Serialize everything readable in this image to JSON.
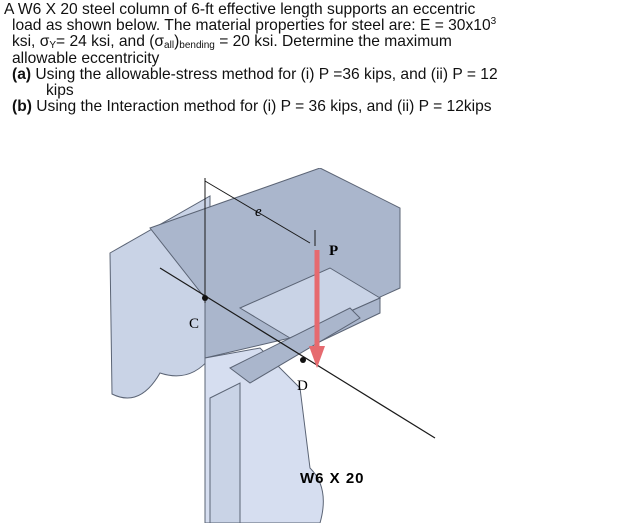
{
  "problem": {
    "line1": "A W6 X 20 steel column of 6-ft effective length supports an eccentric",
    "line2_pre": "load as shown below. The material properties for steel are: E = 30x10",
    "line2_sup": "3",
    "line3_pre": "ksi, σ",
    "line3_sub_y": "Y",
    "line3_mid": "= 24 ksi, and (σ",
    "line3_sub_all": "all",
    "line3_sub_bending": "bending",
    "line3_post": " = 20 ksi. Determine the maximum",
    "line4": "allowable eccentricity",
    "part_a_label": "(a)",
    "part_a_text": " Using the allowable-stress method for (i) P =36 kips, and (ii) P = 12",
    "part_a_cont": "kips",
    "part_b_label": "(b)",
    "part_b_text": " Using the Interaction method for (i) P = 36 kips, and (ii) P = 12kips"
  },
  "figure": {
    "label_e": "e",
    "label_P": "P",
    "label_C": "C",
    "label_D": "D",
    "section": "W6 X 20",
    "colors": {
      "steel": "#c9d3e6",
      "steel_dark": "#aab6cc",
      "outline": "#5b6475",
      "arrow": "#e66a6f"
    }
  }
}
